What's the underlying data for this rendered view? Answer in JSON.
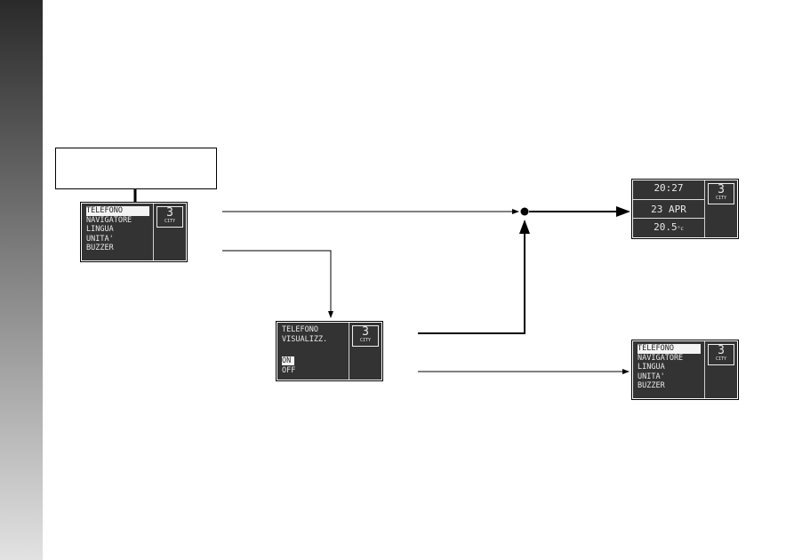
{
  "city_badge": {
    "number": "3",
    "label": "CITY"
  },
  "menu_display": {
    "items": [
      "TELEFONO",
      "NAVIGATORE",
      "LINGUA",
      "UNITA'",
      "BUZZER"
    ],
    "selected": "TELEFONO"
  },
  "phone_display": {
    "lines": [
      "TELEFONO",
      "VISUALIZZ."
    ],
    "options": [
      "ON",
      "OFF"
    ],
    "selected": "ON"
  },
  "standard_display": {
    "time": "20:27",
    "date": "23 APR",
    "temperature": "20.5",
    "temp_unit": "°c"
  }
}
